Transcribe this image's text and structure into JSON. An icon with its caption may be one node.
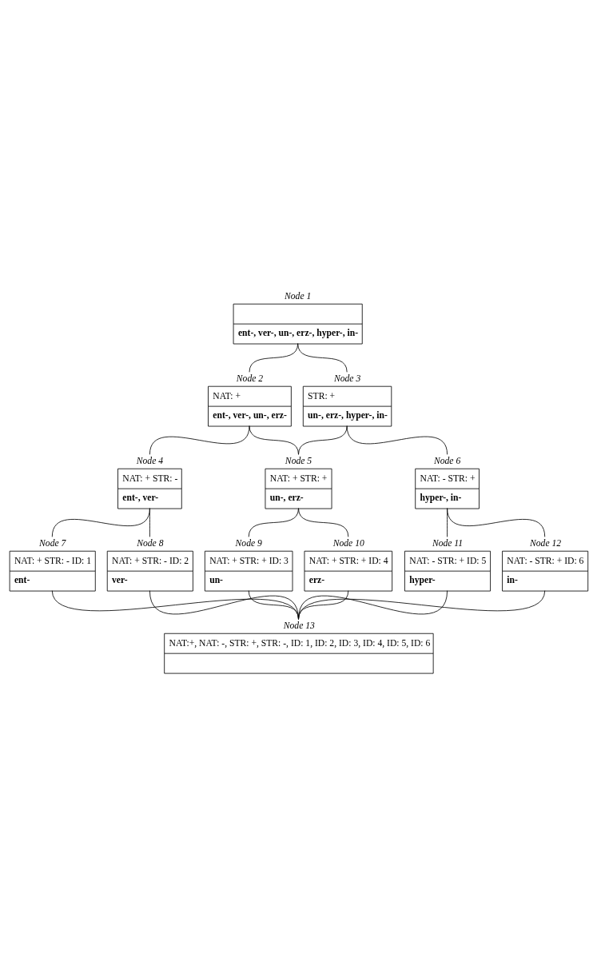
{
  "diagram": {
    "nodes": [
      {
        "text": [
          "Node 1",
          "ent-, ver-, un-, erz-, hyper-, in-"
        ]
      },
      {
        "text": [
          "Node 2",
          "NAT: +",
          "ent-, ver-, un-, erz-"
        ]
      },
      {
        "text": [
          "Node 3",
          "STR: +",
          "un-, erz-, hyper-, in-"
        ]
      },
      {
        "text": [
          "Node 4",
          "NAT: + STR: -",
          "ent-, ver-"
        ]
      },
      {
        "text": [
          "Node 5",
          "NAT: + STR: +",
          "un-, erz-"
        ]
      },
      {
        "text": [
          "Node 6",
          "NAT: - STR: +",
          "hyper-, in-"
        ]
      },
      {
        "text": [
          "Node 7",
          "NAT: + STR: - ID: 1",
          "ent-"
        ]
      },
      {
        "text": [
          "Node 8",
          "NAT: + STR: - ID: 2",
          "ver-"
        ]
      },
      {
        "text": [
          "Node 9",
          "NAT: + STR: + ID: 3",
          "un-"
        ]
      },
      {
        "text": [
          "Node 10",
          "NAT: + STR: + ID: 4",
          "erz-"
        ]
      },
      {
        "text": [
          "Node 11",
          "NAT: - STR: + ID: 5",
          "hyper-"
        ]
      },
      {
        "text": [
          "Node 12",
          "NAT: - STR: + ID: 6",
          "in-"
        ]
      },
      {
        "text": [
          "Node 13",
          "NAT:+, NAT: -, STR: +, STR: -, ID: 1, ID: 2, ID: 3, ID: 4, ID: 5, ID: 6"
        ]
      }
    ],
    "edges": [
      {
        "from": 0,
        "to": 1,
        "arrow": "none"
      },
      {
        "from": 0,
        "to": 2,
        "arrow": "none"
      },
      {
        "from": 1,
        "to": 3,
        "arrow": "none"
      },
      {
        "from": 1,
        "to": 4,
        "arrow": "none"
      },
      {
        "from": 2,
        "to": 4,
        "arrow": "none"
      },
      {
        "from": 2,
        "to": 5,
        "arrow": "none"
      },
      {
        "from": 3,
        "to": 6,
        "arrow": "none"
      },
      {
        "from": 3,
        "to": 7,
        "arrow": "none"
      },
      {
        "from": 4,
        "to": 8,
        "arrow": "none"
      },
      {
        "from": 4,
        "to": 9,
        "arrow": "none"
      },
      {
        "from": 5,
        "to": 10,
        "arrow": "none"
      },
      {
        "from": 5,
        "to": 11,
        "arrow": "none"
      },
      {
        "from": 6,
        "to": 12,
        "arrow": "none"
      },
      {
        "from": 7,
        "to": 12,
        "arrow": "none"
      },
      {
        "from": 8,
        "to": 12,
        "arrow": "none"
      },
      {
        "from": 9,
        "to": 12,
        "arrow": "none"
      },
      {
        "from": 10,
        "to": 12,
        "arrow": "none"
      },
      {
        "from": 11,
        "to": 12,
        "arrow": "none"
      }
    ]
  }
}
